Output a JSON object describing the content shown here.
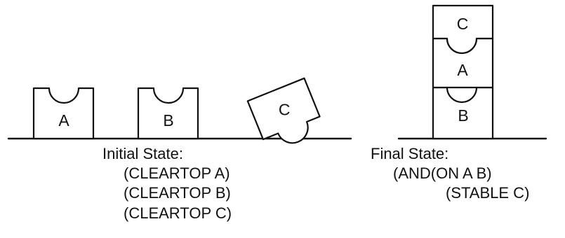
{
  "initial": {
    "blocks": [
      "A",
      "B",
      "C"
    ],
    "heading": "Initial State:",
    "lines": [
      "(CLEARTOP A)",
      "(CLEARTOP B)",
      "(CLEARTOP C)"
    ]
  },
  "final": {
    "blocks": [
      "C",
      "A",
      "B"
    ],
    "heading": "Final State:",
    "lines": [
      "(AND(ON A B)",
      "(STABLE C)"
    ]
  }
}
